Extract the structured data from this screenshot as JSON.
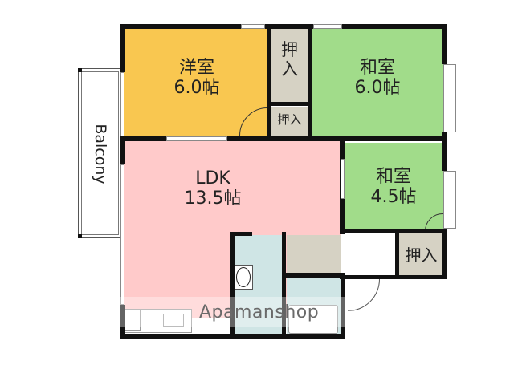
{
  "floorplan": {
    "colors": {
      "western_room": "#F9C750",
      "japanese_room": "#A1DC8A",
      "ldk": "#FFCACA",
      "closet": "#D6D2C4",
      "wet_area": "#CFE5E5",
      "wall": "#111111"
    },
    "rooms": {
      "western": {
        "name": "洋室",
        "size": "6.0帖"
      },
      "closet_tall": {
        "name_line1": "押",
        "name_line2": "入"
      },
      "closet_small": {
        "name": "押入"
      },
      "japanese_large": {
        "name": "和室",
        "size": "6.0帖"
      },
      "ldk": {
        "name": "LDK",
        "size": "13.5帖"
      },
      "japanese_small": {
        "name": "和室",
        "size": "4.5帖"
      },
      "closet_right": {
        "name": "押入"
      },
      "balcony": {
        "name": "Balcony"
      }
    },
    "watermark": "Apamanshop"
  }
}
